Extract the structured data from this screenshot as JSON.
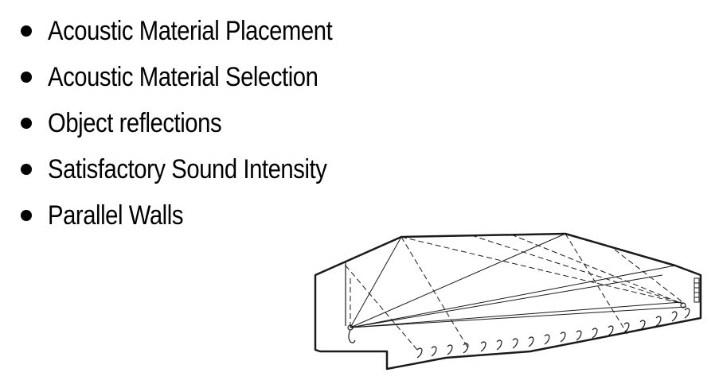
{
  "bullets": [
    "Acoustic Material Placement",
    "Acoustic Material Selection",
    "Object reflections",
    "Satisfactory Sound Intensity",
    "Parallel Walls"
  ],
  "colors": {
    "text": "#000000",
    "diagram_stroke": "#1a1a1a",
    "background": "#ffffff"
  }
}
